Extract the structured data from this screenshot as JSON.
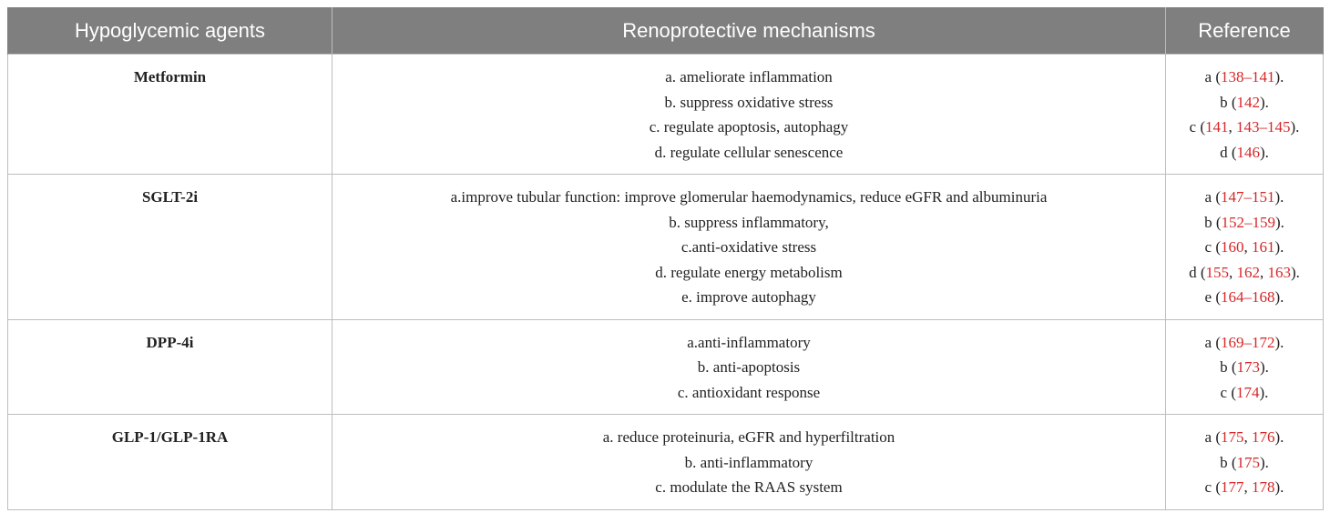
{
  "table": {
    "headers": [
      "Hypoglycemic agents",
      "Renoprotective mechanisms",
      "Reference"
    ],
    "accent_color": "#d62728",
    "header_bg": "#7f7f7f",
    "rows": [
      {
        "agent": "Metformin",
        "mechanisms": [
          "a. ameliorate inflammation",
          "b. suppress oxidative stress",
          "c. regulate apoptosis, autophagy",
          "d. regulate cellular senescence"
        ],
        "references": [
          {
            "letter": "a (",
            "cites": [
              "138–141"
            ],
            "end": ")."
          },
          {
            "letter": "b (",
            "cites": [
              "142"
            ],
            "end": ")."
          },
          {
            "letter": "c (",
            "cites": [
              "141",
              "143–145"
            ],
            "end": ")."
          },
          {
            "letter": "d (",
            "cites": [
              "146"
            ],
            "end": ")."
          }
        ]
      },
      {
        "agent": "SGLT-2i",
        "mechanisms": [
          "a.improve tubular function: improve glomerular haemodynamics, reduce eGFR and albuminuria",
          "b. suppress inflammatory,",
          "c.anti-oxidative stress",
          "d. regulate energy metabolism",
          "e. improve autophagy"
        ],
        "references": [
          {
            "letter": "a (",
            "cites": [
              "147–151"
            ],
            "end": ")."
          },
          {
            "letter": "b (",
            "cites": [
              "152–159"
            ],
            "end": ")."
          },
          {
            "letter": "c (",
            "cites": [
              "160",
              "161"
            ],
            "end": ")."
          },
          {
            "letter": "d (",
            "cites": [
              "155",
              "162",
              "163"
            ],
            "end": ")."
          },
          {
            "letter": "e (",
            "cites": [
              "164–168"
            ],
            "end": ")."
          }
        ]
      },
      {
        "agent": "DPP-4i",
        "mechanisms": [
          "a.anti-inflammatory",
          "b. anti-apoptosis",
          "c. antioxidant response"
        ],
        "references": [
          {
            "letter": "a (",
            "cites": [
              "169–172"
            ],
            "end": ")."
          },
          {
            "letter": "b (",
            "cites": [
              "173"
            ],
            "end": ")."
          },
          {
            "letter": "c (",
            "cites": [
              "174"
            ],
            "end": ")."
          }
        ]
      },
      {
        "agent": "GLP-1/GLP-1RA",
        "mechanisms": [
          "a. reduce proteinuria, eGFR and hyperfiltration",
          "b. anti-inflammatory",
          "c. modulate the RAAS system"
        ],
        "references": [
          {
            "letter": "a (",
            "cites": [
              "175",
              "176"
            ],
            "end": ")."
          },
          {
            "letter": "b (",
            "cites": [
              "175"
            ],
            "end": ")."
          },
          {
            "letter": "c (",
            "cites": [
              "177",
              "178"
            ],
            "end": ")."
          }
        ]
      }
    ]
  }
}
